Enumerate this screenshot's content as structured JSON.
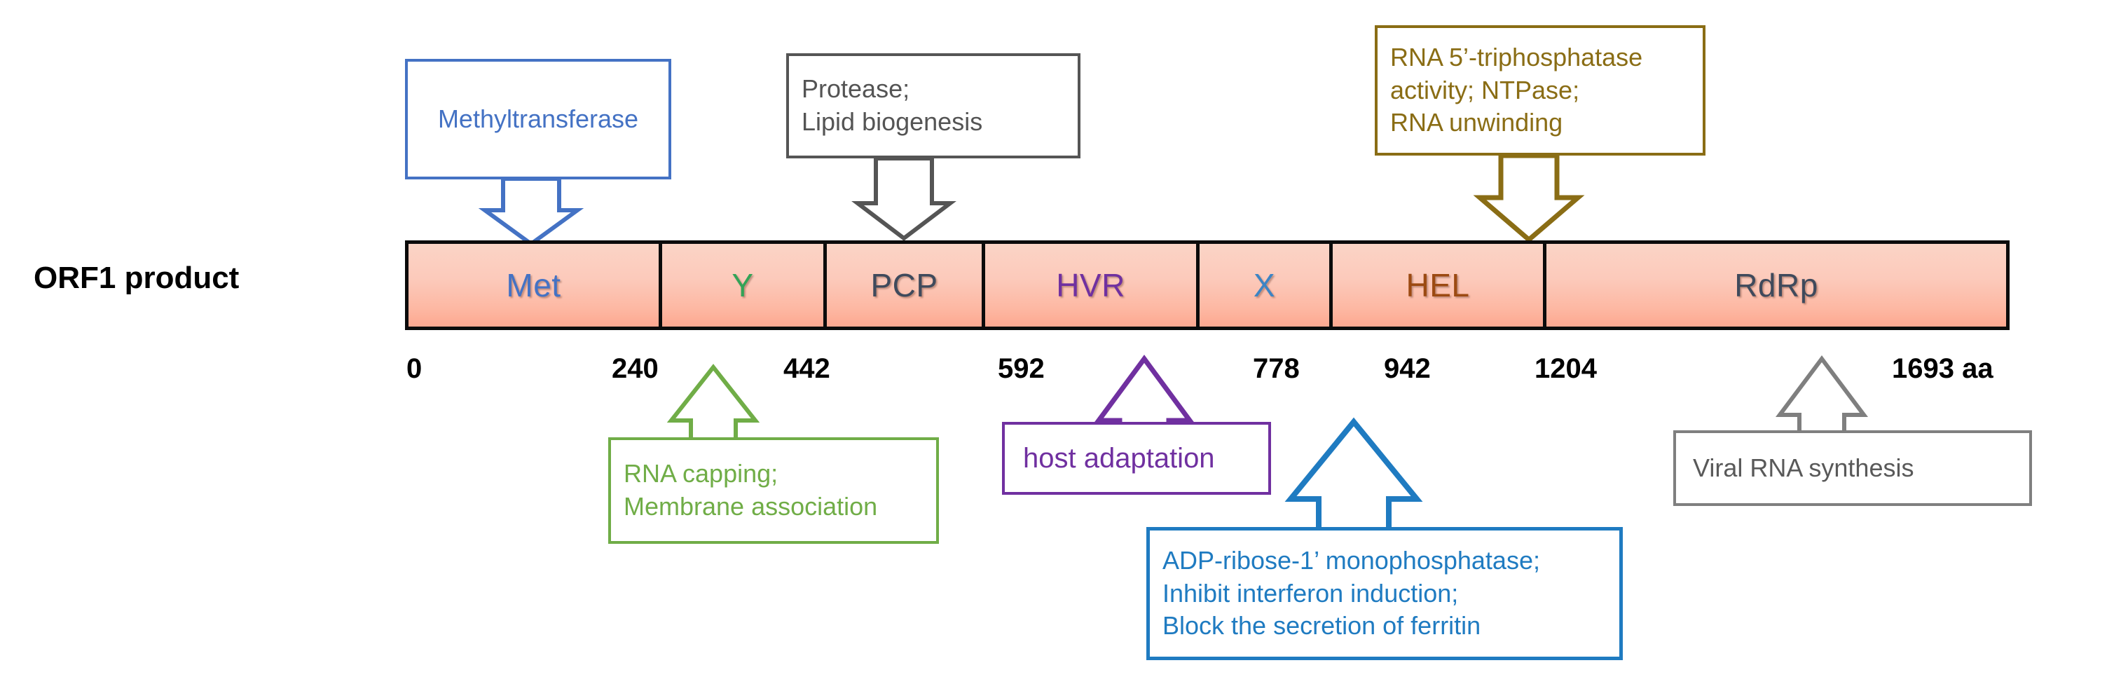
{
  "diagram": {
    "row_label": "ORF1 product",
    "axis_unit_suffix": "aa"
  },
  "bar": {
    "segments": [
      {
        "name": "Met",
        "label": "Met",
        "color": "#4472C4",
        "start": 0,
        "end": 240
      },
      {
        "name": "Y",
        "label": "Y",
        "color": "#33A357",
        "start": 240,
        "end": 442
      },
      {
        "name": "PCP",
        "label": "PCP",
        "color": "#3F4A5C",
        "start": 442,
        "end": 592
      },
      {
        "name": "HVR",
        "label": "HVR",
        "color": "#7030A0",
        "start": 592,
        "end": 778
      },
      {
        "name": "X",
        "label": "X",
        "color": "#3C84C4",
        "start": 778,
        "end": 942
      },
      {
        "name": "HEL",
        "label": "HEL",
        "color": "#9C4A12",
        "start": 942,
        "end": 1204
      },
      {
        "name": "RdRp",
        "label": "RdRp",
        "color": "#3F4A5C",
        "start": 1204,
        "end": 1693
      }
    ],
    "ticks": [
      {
        "value": "0"
      },
      {
        "value": "240"
      },
      {
        "value": "442"
      },
      {
        "value": "592"
      },
      {
        "value": "778"
      },
      {
        "value": "942"
      },
      {
        "value": "1204"
      },
      {
        "value": "1693 aa"
      }
    ]
  },
  "callouts": {
    "methyltransferase": {
      "color": "#4472C4",
      "lines": [
        "Methyltransferase"
      ]
    },
    "protease": {
      "color": "#545454",
      "lines": [
        "Protease;",
        "Lipid biogenesis"
      ]
    },
    "helicase": {
      "color": "#8A6D15",
      "lines": [
        "RNA 5’-triphosphatase",
        "activity; NTPase;",
        "RNA unwinding"
      ]
    },
    "rna_capping": {
      "color": "#70AD47",
      "lines": [
        "RNA capping;",
        "Membrane  association"
      ]
    },
    "host_adaptation": {
      "color": "#7030A0",
      "lines": [
        "host adaptation"
      ]
    },
    "adp_ribose": {
      "color": "#1F7BC1",
      "lines": [
        "ADP-ribose-1’ monophosphatase;",
        "Inhibit interferon induction;",
        "Block the secretion of ferritin"
      ]
    },
    "viral_rna_synthesis": {
      "color": "#595959",
      "lines": [
        "Viral RNA synthesis"
      ]
    }
  }
}
